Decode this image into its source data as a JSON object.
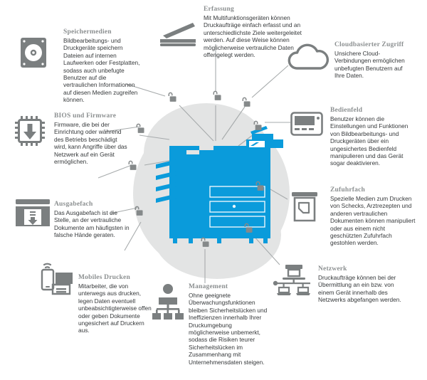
{
  "colors": {
    "printer_blue": "#0a9bdb",
    "blob_grey": "#e3e4e4",
    "icon_grey": "#7b7f80",
    "lock_grey": "#85898a",
    "line_grey": "#a7abac",
    "title_grey": "#8c9091",
    "body_text": "#35383a"
  },
  "center": {
    "illustration_name": "multifunction-printer",
    "lock_count": 10,
    "lock_state": "open"
  },
  "blocks": [
    {
      "id": "speichermedien",
      "icon": "hard-drive-icon",
      "title": "Speichermedien",
      "text": "Bildbearbeitungs- und Druckgeräte speichern Dateien auf internen Laufwerken oder Festplatten, sodass auch unbefugte Benutzer auf die vertraulichen Informationen auf diesen Medien zugreifen können."
    },
    {
      "id": "erfassung",
      "icon": "scanner-icon",
      "title": "Erfassung",
      "text": "Mit Multifunktionsgeräten können Druckaufträge einfach erfasst und an unterschiedlichste Ziele weitergeleitet werden. Auf diese Weise können möglicherweise vertrauliche Daten offengelegt werden."
    },
    {
      "id": "cloudbasierter-zugriff",
      "icon": "cloud-icon",
      "title": "Cloudbasierter Zugriff",
      "text": "Unsichere Cloud-Verbindungen ermöglichen unbefugten Benutzern auf Ihre Daten."
    },
    {
      "id": "bedienfeld",
      "icon": "control-panel-icon",
      "title": "Bedienfeld",
      "text": "Benutzer können die Einstellungen und Funktionen von Bildbearbeitungs- und Druckgeräten über ein ungesichertes Bedienfeld manipulieren und das Gerät sogar deaktivieren."
    },
    {
      "id": "bios-und-firmware",
      "icon": "chip-download-icon",
      "title": "BIOS und Firmware",
      "text": "Firmware, die bei der Einrichtung oder während des Betriebs beschädigt wird, kann Angriffe über das Netzwerk auf ein Gerät ermöglichen."
    },
    {
      "id": "zufuhrfach",
      "icon": "paper-tray-icon",
      "title": "Zufuhrfach",
      "text": "Spezielle Medien zum Drucken von Schecks, Arztrezepten und anderen vertraulichen Dokumenten können manipuliert oder aus einem nicht geschützten Zufuhrfach gestohlen werden."
    },
    {
      "id": "ausgabefach",
      "icon": "output-tray-icon",
      "title": "Ausgabefach",
      "text": "Das Ausgabefach ist die Stelle, an der vertrauliche Dokumente am häufigsten in falsche Hände geraten."
    },
    {
      "id": "netzwerk",
      "icon": "network-icon",
      "title": "Netzwerk",
      "text": "Druckaufträge können bei der Übermittlung an ein bzw. von einem Gerät innerhalb des Netzwerks abgefangen werden."
    },
    {
      "id": "mobiles-drucken",
      "icon": "mobile-print-icon",
      "title": "Mobiles Drucken",
      "text": "Mitarbeiter, die von unterwegs aus drucken, legen Daten eventuell unbeabsichtigterweise offen oder geben Dokumente ungesichert auf Druckern aus."
    },
    {
      "id": "management",
      "icon": "org-chart-icon",
      "title": "Management",
      "text": "Ohne geeignete Überwachungsfunktionen bleiben Sicherheitslücken und Ineffizienzen innerhalb Ihrer Druckumgebung möglicherweise unbemerkt, sodass die Risiken teurer Sicherheitslücken im Zusammenhang mit Unternehmensdaten steigen."
    }
  ]
}
